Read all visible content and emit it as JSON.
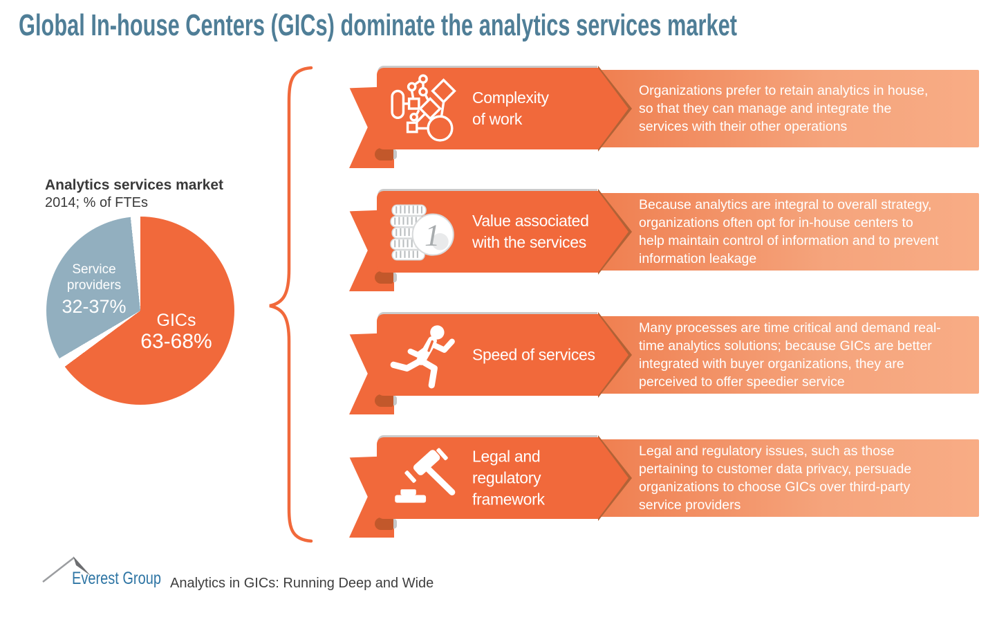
{
  "title": "Global In-house Centers (GICs) dominate the analytics services market",
  "pie": {
    "heading": "Analytics services market",
    "subheading": "2014; % of FTEs",
    "slices": {
      "service": {
        "label": "Service providers",
        "value": "32-37%"
      },
      "gics": {
        "label": "GICs",
        "value": "63-68%"
      }
    }
  },
  "chart_data": {
    "type": "pie",
    "title": "Analytics services market",
    "subtitle": "2014; % of FTEs",
    "slices": [
      {
        "label": "GICs",
        "value_range": "63-68%",
        "value_mid_pct": 65.5,
        "color": "#F1693B"
      },
      {
        "label": "Service providers",
        "value_range": "32-37%",
        "value_mid_pct": 34.5,
        "color": "#92AFBF"
      }
    ],
    "start_angle_deg": 0,
    "direction": "clockwise",
    "legend_position": "inside"
  },
  "rows": [
    {
      "id": "complexity-of-work",
      "icon": "flowchart-icon",
      "label": "Complexity\nof work",
      "description": "Organizations prefer to retain analytics in house,\nso that they can manage and integrate the\nservices with their other operations"
    },
    {
      "id": "value-of-services",
      "icon": "coins-icon",
      "coin_numeral": "1",
      "label": "Value associated\nwith the services",
      "description": "Because analytics are integral to overall strategy,\norganizations often opt for in-house centers to\nhelp maintain control of information and to prevent\ninformation leakage"
    },
    {
      "id": "speed-of-services",
      "icon": "runner-icon",
      "label": "Speed of services",
      "description": "Many processes are time critical and demand real-\ntime analytics solutions; because GICs are better\nintegrated with buyer organizations, they are\nperceived to offer speedier service"
    },
    {
      "id": "legal-regulatory",
      "icon": "gavel-icon",
      "label": "Legal and\nregulatory\nframework",
      "description": "Legal and regulatory issues, such as those\npertaining to customer data privacy,  persuade\norganizations to choose GICs over third-party\nservice providers"
    }
  ],
  "footer": {
    "brand": "Everest Group",
    "tagline": "Analytics in GICs: Running Deep and Wide"
  },
  "colors": {
    "accent_orange": "#F1693B",
    "panel_gradient_start": "#EF7E4F",
    "panel_gradient_end": "#F8AC85",
    "chevron_edge": "#B26236",
    "ribbon_fold": "#C2582B",
    "pie_blue": "#92AFBF",
    "title_blue": "#4F7E97",
    "logo_blue": "#2E75A4",
    "text_dark": "#3A3A3A"
  }
}
